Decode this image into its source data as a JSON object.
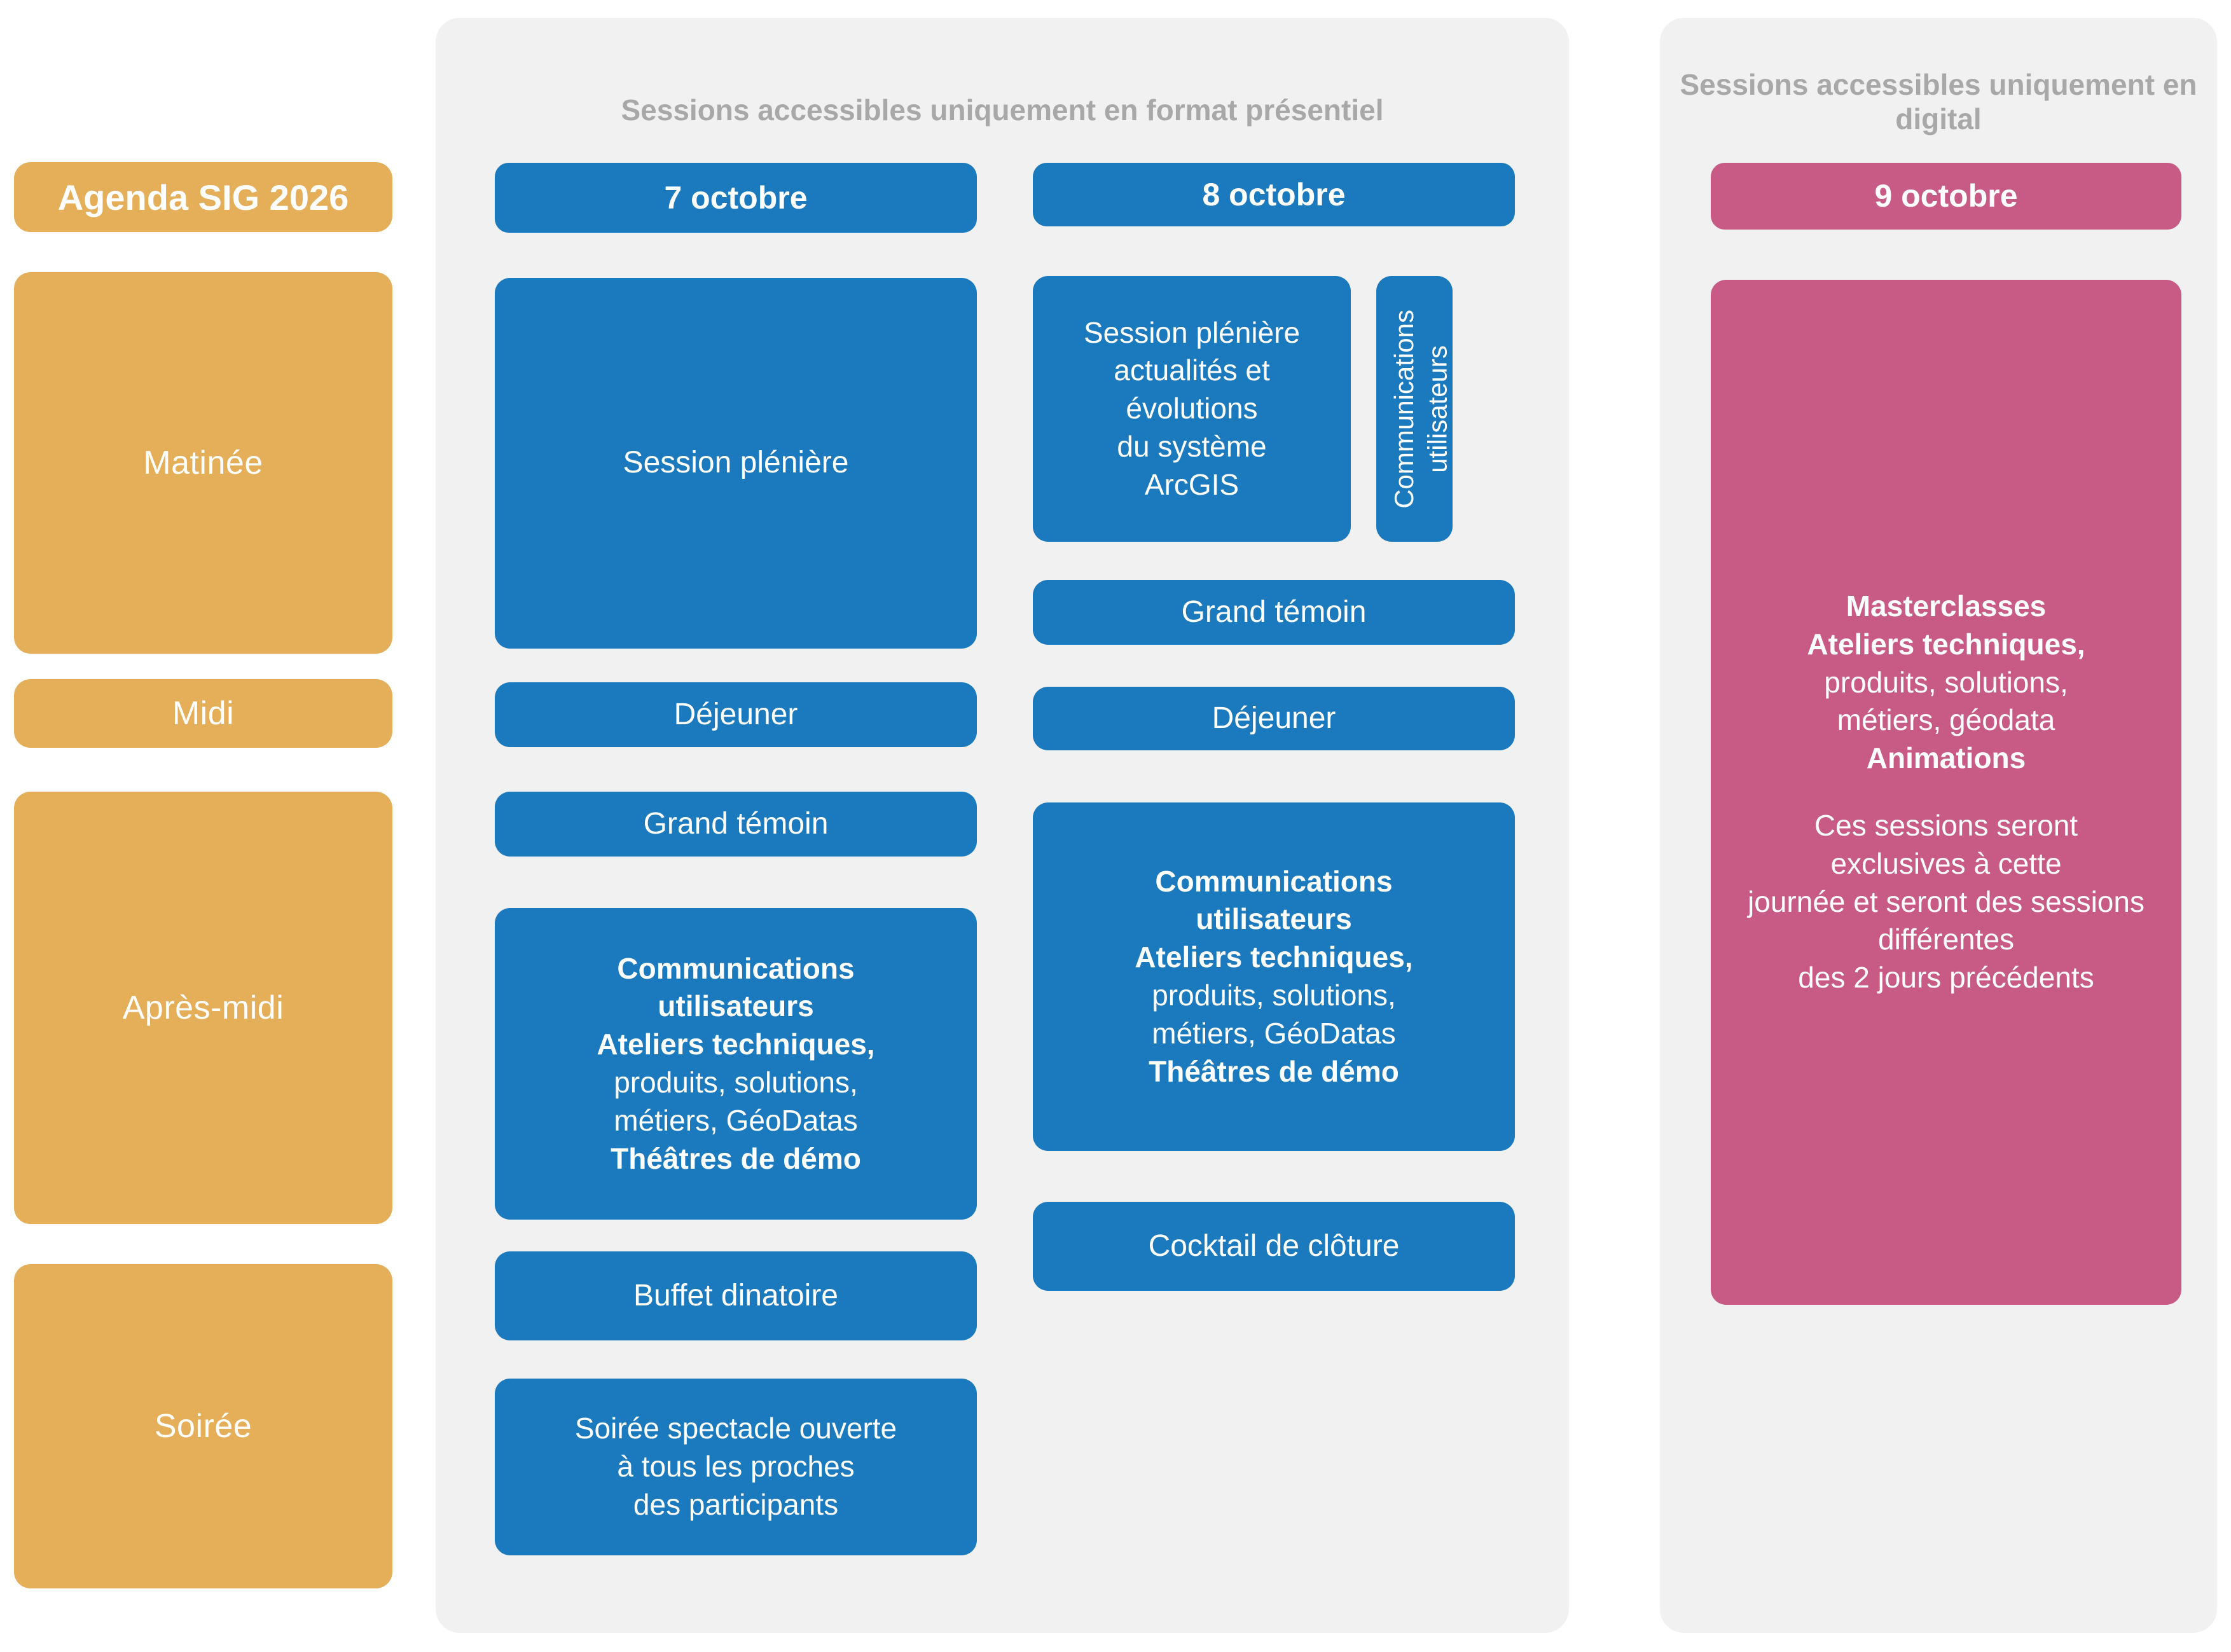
{
  "theme": {
    "gold": "#E5AE58",
    "blue": "#1B79BE",
    "pink": "#C85A86",
    "panel_grey": "#F1F1F1",
    "panel_title_grey": "#A8A8A8",
    "text_white": "#FFFFFF"
  },
  "sidebar": {
    "title": "Agenda SIG 2026",
    "items": [
      {
        "label": "Matinée"
      },
      {
        "label": "Midi"
      },
      {
        "label": "Après-midi"
      },
      {
        "label": "Soirée"
      }
    ]
  },
  "panels": [
    {
      "id": "presentiel",
      "title": "Sessions accessibles uniquement en format présentiel",
      "columns": [
        {
          "day": "7 octobre",
          "sessions": [
            {
              "name": "session-pleniere",
              "lines": [
                {
                  "text": "Session plénière",
                  "bold": false
                }
              ]
            },
            {
              "name": "dejeuner",
              "lines": [
                {
                  "text": "Déjeuner",
                  "bold": false
                }
              ]
            },
            {
              "name": "grand-temoin",
              "lines": [
                {
                  "text": "Grand témoin",
                  "bold": false
                }
              ]
            },
            {
              "name": "communications-ateliers",
              "lines": [
                {
                  "text": "Communications",
                  "bold": true
                },
                {
                  "text": "utilisateurs",
                  "bold": true
                },
                {
                  "text": "Ateliers techniques,",
                  "bold": true
                },
                {
                  "text": "produits, solutions,",
                  "bold": false
                },
                {
                  "text": "métiers, GéoDatas",
                  "bold": false
                },
                {
                  "text": "Théâtres de démo",
                  "bold": true
                }
              ]
            },
            {
              "name": "buffet-dinatoire",
              "lines": [
                {
                  "text": "Buffet dinatoire",
                  "bold": false
                }
              ]
            },
            {
              "name": "soiree-spectacle",
              "lines": [
                {
                  "text": "Soirée spectacle ouverte",
                  "bold": false
                },
                {
                  "text": "à tous les proches",
                  "bold": false
                },
                {
                  "text": "des participants",
                  "bold": false
                }
              ]
            }
          ]
        },
        {
          "day": "8 octobre",
          "sessions": [
            {
              "name": "session-pleniere-actualites",
              "lines": [
                {
                  "text": "Session plénière",
                  "bold": false
                },
                {
                  "text": "actualités et",
                  "bold": false
                },
                {
                  "text": "évolutions",
                  "bold": false
                },
                {
                  "text": "du système",
                  "bold": false
                },
                {
                  "text": "ArcGIS",
                  "bold": false
                }
              ]
            },
            {
              "name": "communications-utilisateurs-vertical",
              "lines": [
                {
                  "text": "Communications",
                  "bold": false
                },
                {
                  "text": "utilisateurs",
                  "bold": false
                }
              ]
            },
            {
              "name": "grand-temoin",
              "lines": [
                {
                  "text": "Grand témoin",
                  "bold": false
                }
              ]
            },
            {
              "name": "dejeuner",
              "lines": [
                {
                  "text": "Déjeuner",
                  "bold": false
                }
              ]
            },
            {
              "name": "communications-ateliers",
              "lines": [
                {
                  "text": "Communications",
                  "bold": true
                },
                {
                  "text": "utilisateurs",
                  "bold": true
                },
                {
                  "text": "Ateliers techniques,",
                  "bold": true
                },
                {
                  "text": "produits, solutions,",
                  "bold": false
                },
                {
                  "text": "métiers, GéoDatas",
                  "bold": false
                },
                {
                  "text": "Théâtres de démo",
                  "bold": true
                }
              ]
            },
            {
              "name": "cocktail-cloture",
              "lines": [
                {
                  "text": "Cocktail de clôture",
                  "bold": false
                }
              ]
            }
          ]
        }
      ]
    },
    {
      "id": "digital",
      "title": "Sessions accessibles uniquement en digital",
      "columns": [
        {
          "day": "9 octobre",
          "sessions": [
            {
              "name": "masterclasses-block",
              "lines": [
                {
                  "text": "Masterclasses",
                  "bold": true
                },
                {
                  "text": "Ateliers techniques,",
                  "bold": true
                },
                {
                  "text": "produits, solutions,",
                  "bold": false
                },
                {
                  "text": "métiers, géodata",
                  "bold": false
                },
                {
                  "text": "Animations",
                  "bold": true
                },
                {
                  "text": "",
                  "bold": false
                },
                {
                  "text": "Ces sessions seront",
                  "bold": false
                },
                {
                  "text": "exclusives à cette",
                  "bold": false
                },
                {
                  "text": "journée et seront des sessions",
                  "bold": false
                },
                {
                  "text": "différentes",
                  "bold": false
                },
                {
                  "text": "des 2 jours précédents",
                  "bold": false
                }
              ]
            }
          ]
        }
      ]
    }
  ]
}
